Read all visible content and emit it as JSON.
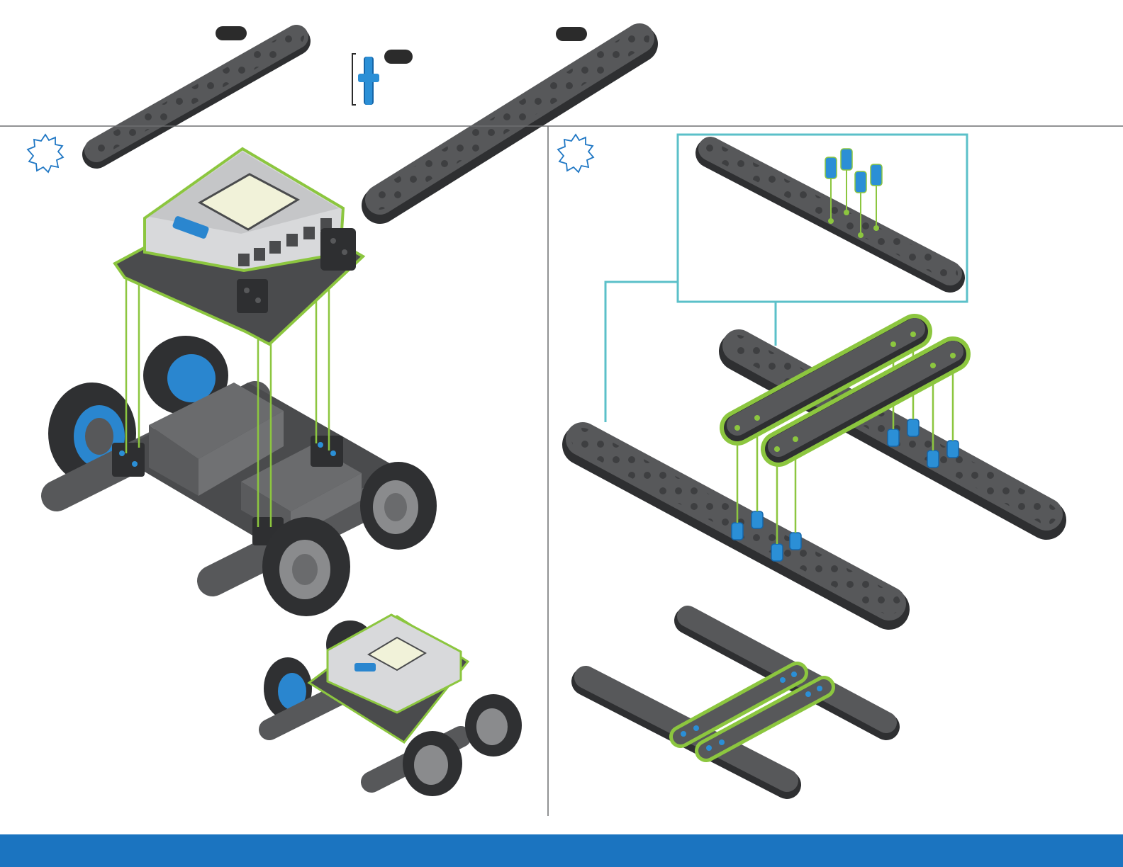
{
  "colors": {
    "beam": "#57585a",
    "beam_dark": "#2e2f31",
    "beam_hole": "#47484a",
    "pin_blue": "#2b8fd6",
    "pin_blue_dark": "#1565a8",
    "highlight_green": "#8cc63f",
    "callout_cyan": "#5bc0c9",
    "step_icon_blue": "#1f77c4",
    "divider": "#6d6e70",
    "footer_blue": "#1b74c0",
    "tire": "#2f3032",
    "hub_blue": "#2a86cf",
    "brain_body": "#d8d9db",
    "screen": "#f1f2d9",
    "badge": "#2b2b2b"
  },
  "parts_bar": {
    "parts": [
      {
        "id": "beam-short",
        "icon": "beam-1x12-icon"
      },
      {
        "id": "pin",
        "icon": "connector-pin-icon"
      },
      {
        "id": "beam-long",
        "icon": "beam-1x20-icon"
      }
    ]
  },
  "steps": [
    {
      "id": "step-left",
      "icon": "gear-burst-icon"
    },
    {
      "id": "step-right",
      "icon": "gear-burst-icon"
    }
  ]
}
